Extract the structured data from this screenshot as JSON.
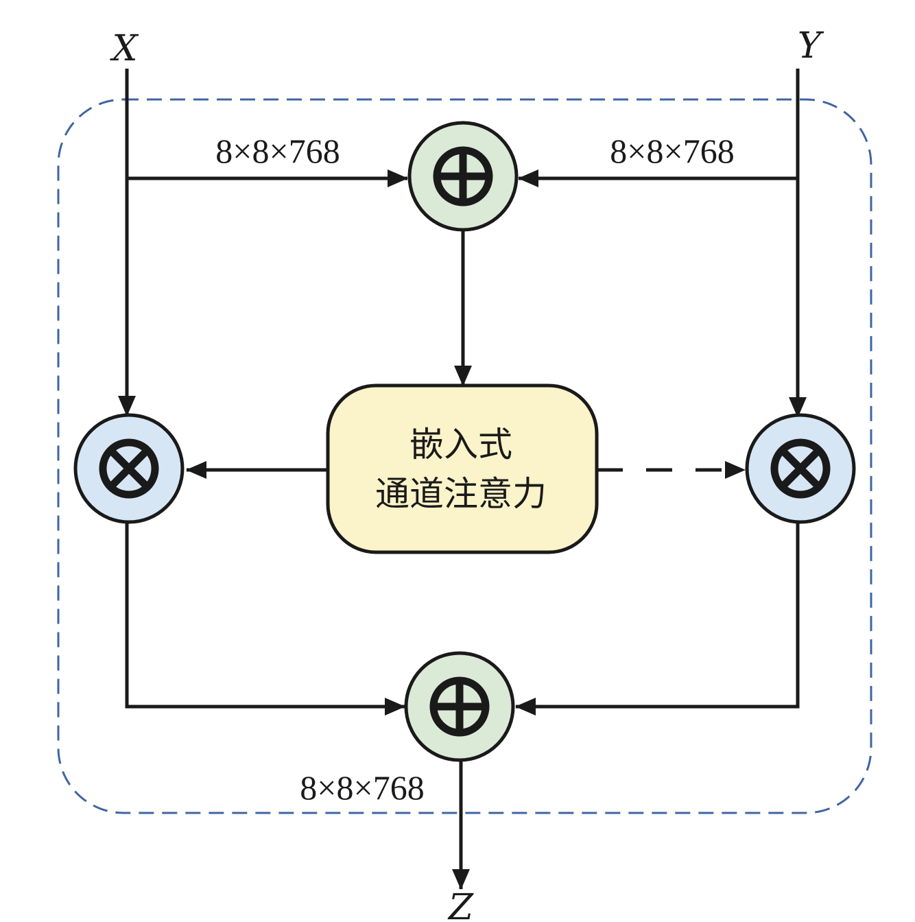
{
  "inputs": {
    "x": "X",
    "y": "Y"
  },
  "output": {
    "z": "Z"
  },
  "dims": {
    "left_input": "8×8×768",
    "right_input": "8×8×768",
    "output": "8×8×768"
  },
  "attention_block": {
    "line1": "嵌入式",
    "line2": "通道注意力"
  },
  "colors": {
    "frame_dashed": "#3f64a3",
    "add_node_fill": "#dbead6",
    "mul_node_fill": "#d6e6f4",
    "attention_fill": "#fbf3c9",
    "line": "#1a1a1a"
  }
}
